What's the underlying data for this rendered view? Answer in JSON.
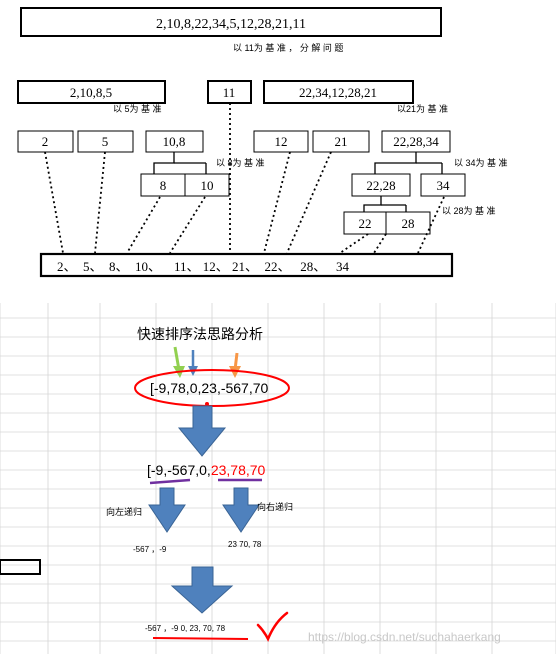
{
  "tree": {
    "root": "2,10,8,22,34,5,12,28,21,11",
    "root_note": "以 11为 基 准 ， 分 解 问 题",
    "left": "2,10,8,5",
    "pivot": "11",
    "right": "22,34,12,28,21",
    "left_note": "以 5为 基 准",
    "right_note": "以21为 基 准",
    "l_a": "2",
    "l_b": "5",
    "l_c": "10,8",
    "r_a": "12",
    "r_b": "21",
    "r_c": "22,28,34",
    "lc_note": "以 8为 基 准",
    "rc_note": "以 34为 基 准",
    "lc_a": "8",
    "lc_b": "10",
    "rc_a": "22,28",
    "rc_b": "34",
    "rca_note": "以 28为 基 准",
    "rca_a": "22",
    "rca_b": "28",
    "result": "2、  5、  8、  10、    11、 12、 21、  22、   28、   34"
  },
  "analysis": {
    "title": "快速排序法思路分析",
    "array": "[-9,78,0,23,-567,70",
    "partition_left": "[-9,-567,0,",
    "partition_right": "23,78,70",
    "left_label": "向左递归",
    "right_label": "向右递归",
    "left_result": "-567 ，-9",
    "right_result": "23 70, 78",
    "final": "-567 ，-9  0, 23, 70, 78"
  },
  "watermark": "https://blog.csdn.net/suchahaerkang",
  "colors": {
    "arrow_blue": "#4f81bd",
    "arrow_dark": "#3a6495",
    "red": "#ff0000",
    "green_arrow": "#92d050",
    "orange_arrow": "#f79646",
    "underline_purple": "#7030a0",
    "grid": "#d6d6d6"
  }
}
